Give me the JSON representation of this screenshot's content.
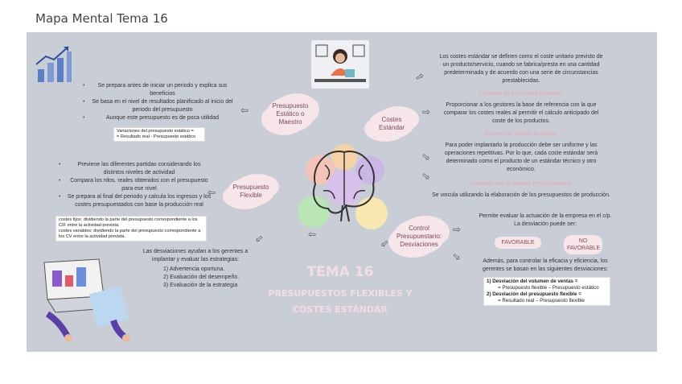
{
  "doc_title": "Mapa Mental Tema 16",
  "center": {
    "title": "TEMA 16",
    "subtitle_1": "PRESUPUESTOS FLEXIBLES Y",
    "subtitle_2": "COSTES ESTÁNDAR"
  },
  "nodes": {
    "estatico": "Presupuesto Estático o Maestro",
    "flexible": "Presupuesto Flexible",
    "costes": "Costes Estándar",
    "control": "Control Presupuestario: Desviaciones"
  },
  "estatico_bullets": [
    "Se prepara antes de iniciar un periodo y explica sus beneficios",
    "Se basa en el nivel de resultados planificado al inicio del periodo del presupuesto",
    "Aunque este presupuesto es de poca utilidad"
  ],
  "estatico_box": [
    "Variaciones del presupuesto estático =",
    "= Resultado real - Presupuesto estático"
  ],
  "flexible_bullets": [
    "Previene las diferentes partidas considerando los distintos niveles de actividad",
    "Compara los rdos. reales obtenidos con el presupuesto para ese nivel",
    "Se prepara al final del periodo y calcula los ingresos y los costes presupuestados con base la producción real"
  ],
  "flexible_box": [
    "costes fijos: dividiendo la parte del presupuesto correspondiente a los CIF entre la actividad prevista.",
    "costes variables: dividiendo la parte del presupuesto correspondiente a los CV entre la actividad prevista."
  ],
  "desviaciones": {
    "intro": "Las desviaciones ayudan a los gerentes a implantar y evaluar las estrategias:",
    "items": [
      "Advertencia oportuna.",
      "Evaluación del desempeño.",
      "Evaluación de la estrategia"
    ]
  },
  "costes_text": {
    "def": "Los costes estándar se definen como el coste unitario previsto de un producto/servicio, cuando se fabrica/presta en una cantidad predeterminada y de acuerdo con una serie de circunstancias prestablecidas.",
    "h1": "Finalidad de los Costes Estándar:",
    "p1": "Proporcionar a los gestores la base de referencia con la que comparar los costes reales al permitir el cálculo anticipado del coste de los productos.",
    "h2": "Sistema de Costes Estándar:",
    "p2": "Para poder implantarlo la producción debe ser uniforme y las operaciones repetitivas. Por lo que, cada coste estándar será determinado como el producto de un estándar técnico y otro económico.",
    "h3": "Conexión con la Gestión Presupuestaria:",
    "p3": "Se vincula utilizando la elaboración de los presupuestos de producción."
  },
  "control_text": {
    "p1": "Permite evaluar la actuación de la empresa en el c/p. La desviación puede ser:",
    "fav": "FAVORABLE",
    "nofav": "NO FAVORABLE",
    "p2": "Además, para controlar la eficacia y eficiencia, los gerentes se basan en las siguientes desviaciones:",
    "box": [
      "1) Desviación del volumen de ventas =",
      "= Presupuesto flexible – Presupuesto estático",
      "2) Desviación del presupuesto flexible =",
      "= Resultado real – Presupuesto flexible"
    ]
  }
}
